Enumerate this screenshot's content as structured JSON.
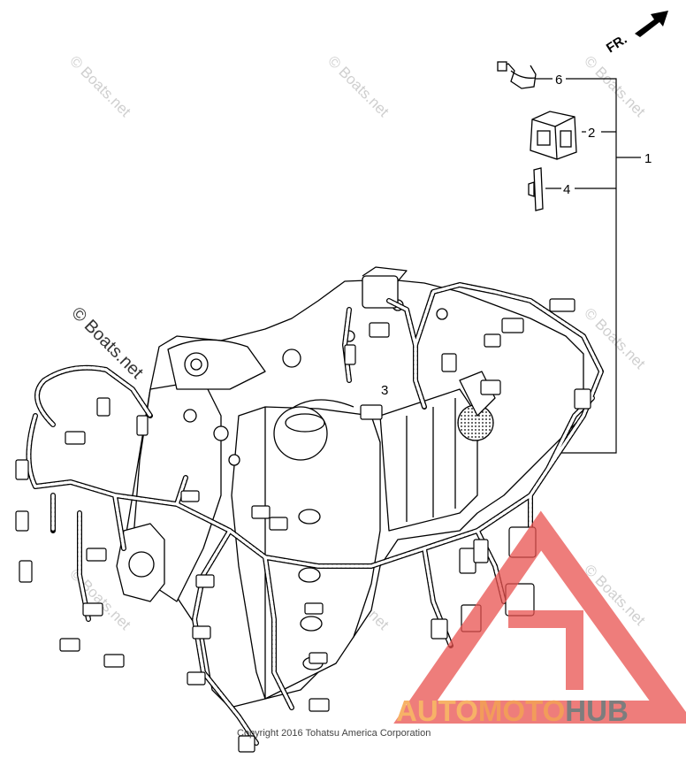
{
  "diagram": {
    "direction_label": "FR.",
    "callouts": [
      "6",
      "2",
      "1",
      "4",
      "3"
    ],
    "watermark": "© Boats.net",
    "copyright": "Copyright 2016 Tohatsu America Corporation",
    "logo": {
      "part1": "AUTO",
      "part2": "MOTO",
      "part3": "HUB"
    },
    "colors": {
      "line": "#000000",
      "watermark": "#cfcfcf",
      "logo_triangle": "#e8514f",
      "logo_orange": "#f7b267",
      "logo_grey": "#7d7d7d"
    }
  }
}
